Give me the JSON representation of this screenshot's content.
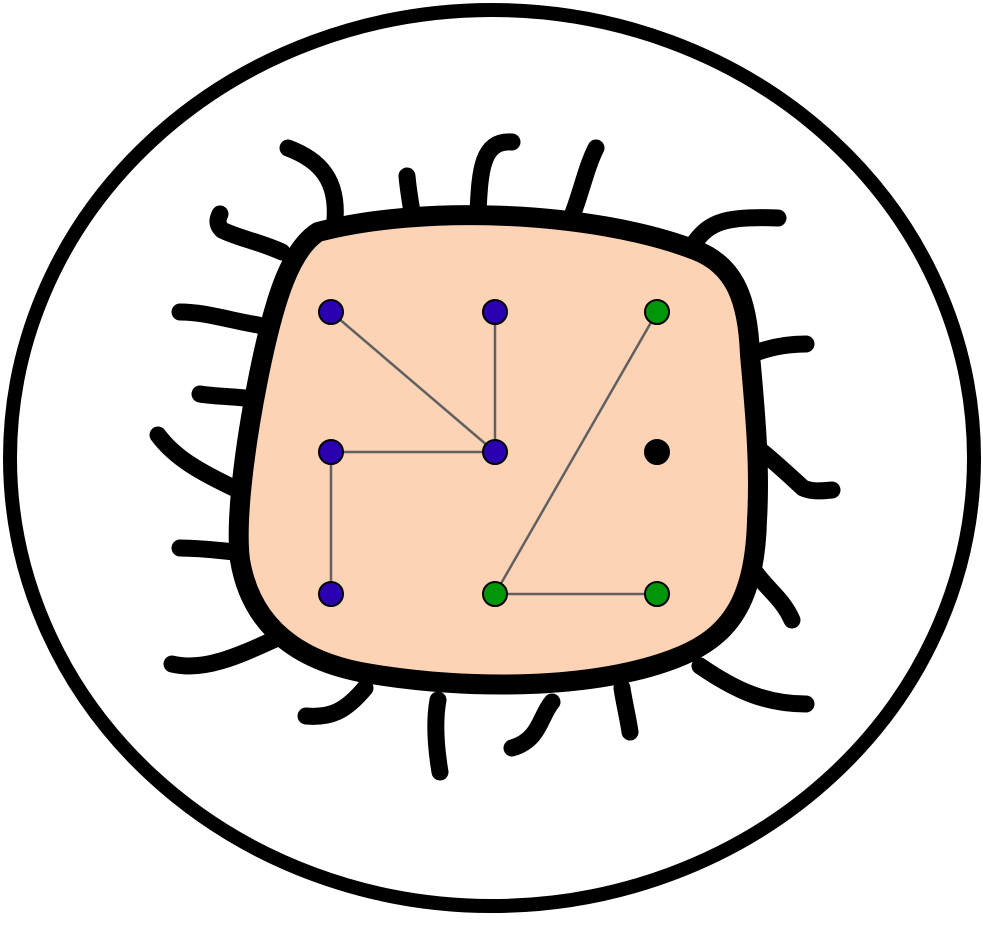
{
  "colors": {
    "background": "#ffffff",
    "outline": "#000000",
    "cell_fill": "#fdd3b6",
    "edge": "#606060",
    "group_blue": "#2a00b0",
    "group_green": "#00960a",
    "isolated": "#000000"
  },
  "nodes": [
    {
      "id": "a",
      "row": 1,
      "col": 1,
      "group": "blue"
    },
    {
      "id": "b",
      "row": 1,
      "col": 2,
      "group": "blue"
    },
    {
      "id": "c",
      "row": 1,
      "col": 3,
      "group": "green"
    },
    {
      "id": "d",
      "row": 2,
      "col": 1,
      "group": "blue"
    },
    {
      "id": "e",
      "row": 2,
      "col": 2,
      "group": "blue"
    },
    {
      "id": "f",
      "row": 2,
      "col": 3,
      "group": "isolated"
    },
    {
      "id": "g",
      "row": 3,
      "col": 1,
      "group": "blue"
    },
    {
      "id": "h",
      "row": 3,
      "col": 2,
      "group": "green"
    },
    {
      "id": "i",
      "row": 3,
      "col": 3,
      "group": "green"
    }
  ],
  "edges": [
    {
      "from": "a",
      "to": "e"
    },
    {
      "from": "b",
      "to": "e"
    },
    {
      "from": "d",
      "to": "e"
    },
    {
      "from": "d",
      "to": "g"
    },
    {
      "from": "c",
      "to": "h"
    },
    {
      "from": "h",
      "to": "i"
    }
  ]
}
